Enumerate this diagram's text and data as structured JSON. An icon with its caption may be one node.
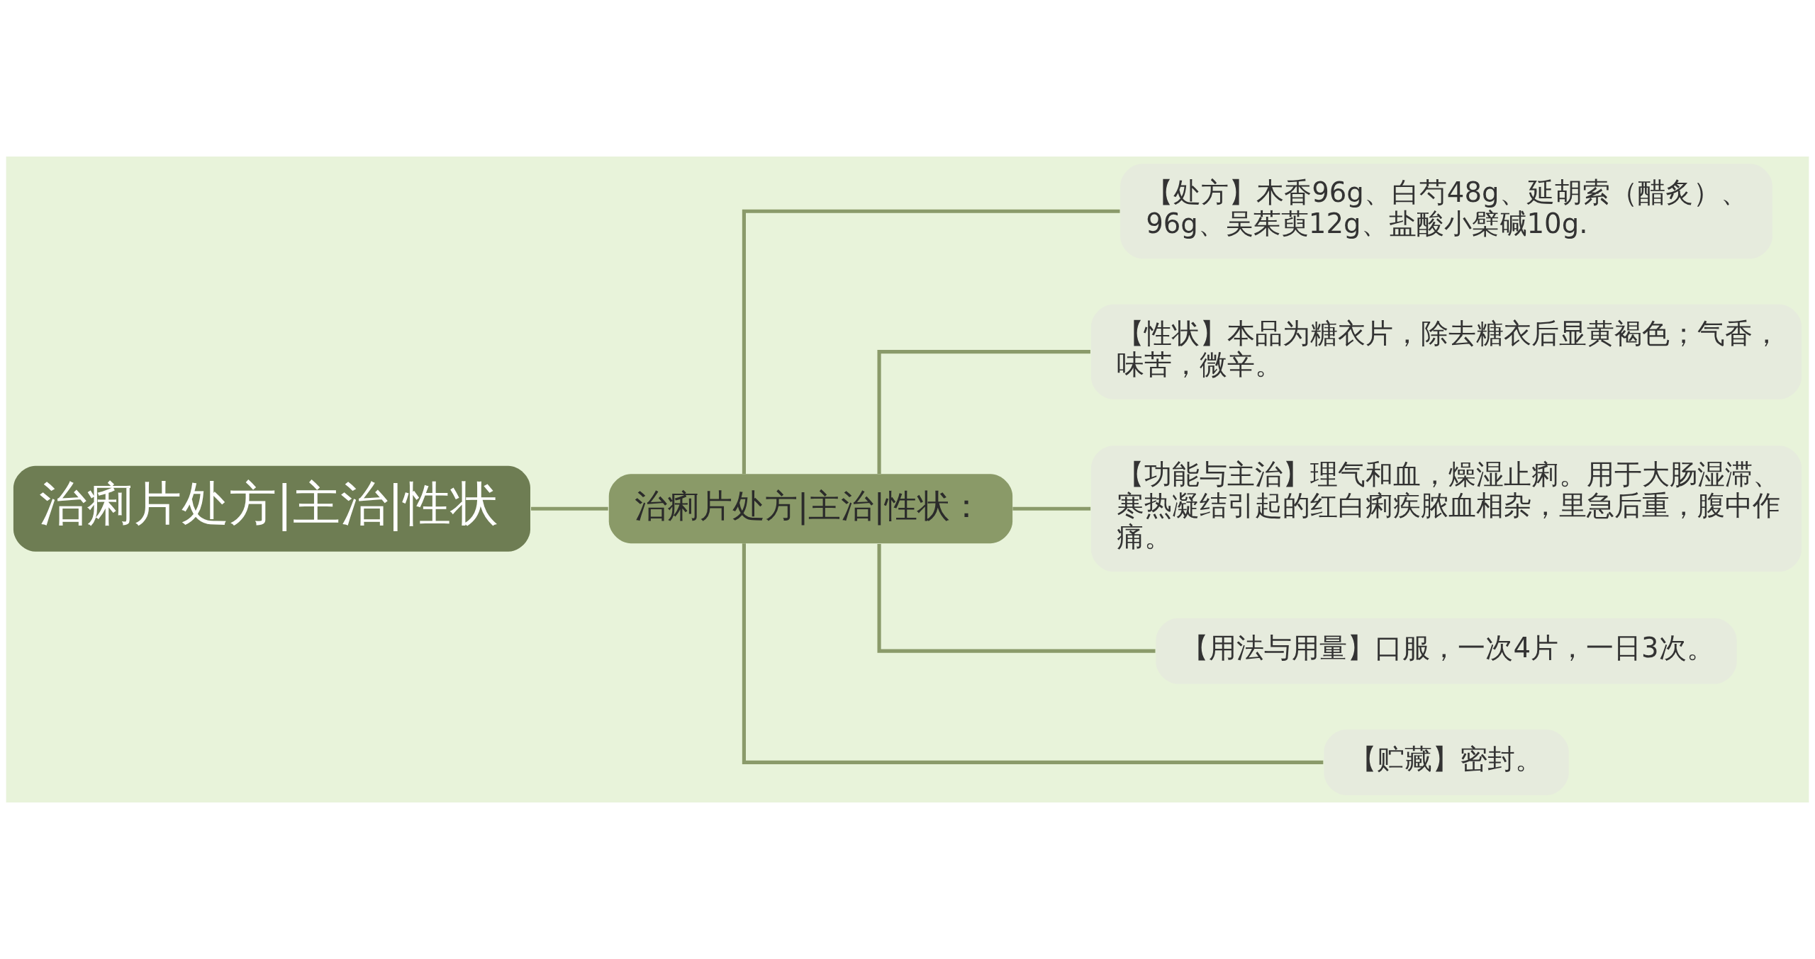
{
  "diagram": {
    "nodes": [
      {
        "text": [
          "治痢片处方|主治|性状"
        ]
      },
      {
        "text": [
          "治痢片处方|主治|性状："
        ]
      },
      {
        "text": [
          "【处方】木香96g、白芍48g、延胡索（醋炙）、96g、吴茱萸12g、盐酸小檗碱10g."
        ]
      },
      {
        "text": [
          "【性状】本品为糖衣片，除去糖衣后显黄褐色；气香，味苦，微辛。"
        ]
      },
      {
        "text": [
          "【功能与主治】理气和血，燥湿止痢。用于大肠湿滞、寒热凝结引起的红白痢疾脓血相杂，里急后重，腹中作痛。"
        ]
      },
      {
        "text": [
          "【用法与用量】口服，一次4片，一日3次。"
        ]
      },
      {
        "text": [
          "【贮藏】密封。"
        ]
      }
    ],
    "edges": [
      {
        "from": 0,
        "to": 1,
        "arrow": "none"
      },
      {
        "from": 1,
        "to": 2,
        "arrow": "none"
      },
      {
        "from": 1,
        "to": 3,
        "arrow": "none"
      },
      {
        "from": 1,
        "to": 4,
        "arrow": "none"
      },
      {
        "from": 1,
        "to": 5,
        "arrow": "none"
      },
      {
        "from": 1,
        "to": 6,
        "arrow": "none"
      }
    ]
  }
}
